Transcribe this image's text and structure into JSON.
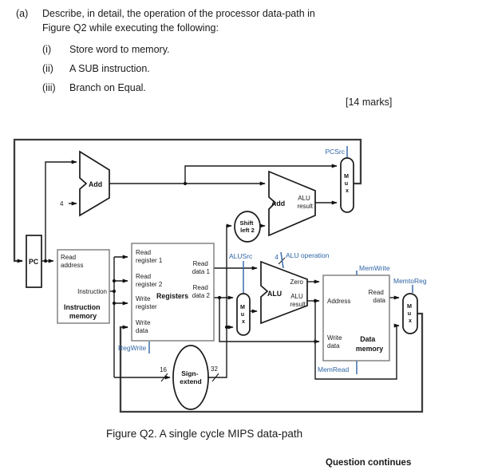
{
  "question": {
    "part_label": "(a)",
    "prompt_line1": "Describe, in detail, the operation of the processor data-path in",
    "prompt_line2": "Figure Q2 while executing the following:",
    "items": [
      {
        "num": "(i)",
        "text": "Store word to memory."
      },
      {
        "num": "(ii)",
        "text": "A SUB instruction."
      },
      {
        "num": "(iii)",
        "text": "Branch on Equal."
      }
    ],
    "marks": "[14 marks]"
  },
  "figure": {
    "caption": "Figure Q2. A single cycle MIPS data-path",
    "footer": "Question continues"
  },
  "diagram": {
    "pc_label": "PC",
    "pc_add": {
      "label": "Add",
      "increment": "4"
    },
    "branch_add": {
      "label": "Add",
      "result": [
        "ALU",
        "result"
      ]
    },
    "shift": [
      "Shift",
      "left 2"
    ],
    "sign_extend": {
      "name": [
        "Sign-",
        "extend"
      ],
      "in_width": "16",
      "out_width": "32"
    },
    "instruction_memory": {
      "read_address": [
        "Read",
        "address"
      ],
      "instruction": "Instruction",
      "title": [
        "Instruction",
        "memory"
      ]
    },
    "registers": {
      "title": "Registers",
      "read_register_1": [
        "Read",
        "register 1"
      ],
      "read_register_2": [
        "Read",
        "register 2"
      ],
      "write_register": [
        "Write",
        "register"
      ],
      "write_data": [
        "Write",
        "data"
      ],
      "read_data_1": [
        "Read",
        "data 1"
      ],
      "read_data_2": [
        "Read",
        "data 2"
      ]
    },
    "alu": {
      "zero": "Zero",
      "label": "ALU",
      "result": [
        "ALU",
        "result"
      ],
      "op_width": "4"
    },
    "data_memory": {
      "address": "Address",
      "read_data": [
        "Read",
        "data"
      ],
      "write_data": [
        "Write",
        "data"
      ],
      "title": [
        "Data",
        "memory"
      ]
    },
    "mux_letters": [
      "M",
      "u",
      "x"
    ],
    "signals": {
      "pcsrc": "PCSrc",
      "alusrc": "ALUSrc",
      "alu_operation": "ALU operation",
      "regwrite": "RegWrite",
      "memwrite": "MemWrite",
      "memtoreg": "MemtoReg",
      "memread": "MemRead"
    },
    "colors": {
      "signal_blue": "#2e64a5",
      "wire_black": "#1a1a1a",
      "box_gray": "#7a7a7a"
    }
  }
}
